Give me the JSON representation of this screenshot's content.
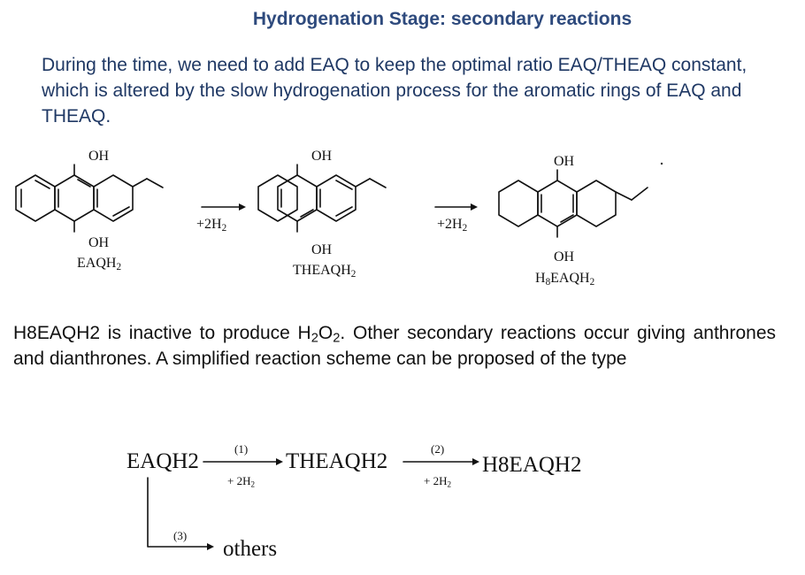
{
  "slide": {
    "title": "Hydrogenation Stage: secondary reactions",
    "intro": "During the time, we need to add EAQ to keep the optimal ratio EAQ/THEAQ constant, which is altered by the slow hydrogenation process for the aromatic rings of EAQ and THEAQ.",
    "para_pre": "H8EAQH2 is inactive to produce H",
    "para_h2o2_h": "2",
    "para_h2o2_o": "O",
    "para_h2o2_o2": "2",
    "para_post": ". Other secondary reactions occur giving anthrones and dianthrones.  A simplified reaction scheme can be proposed of the type"
  },
  "structures": {
    "oh": "OH",
    "eaqh_base": "EAQH",
    "sub2": "2",
    "theaqh_base": "THEAQH",
    "h8_h": "H",
    "h8_8": "8",
    "h8_rest": "EAQH",
    "reagent_base": "+2H"
  },
  "scheme": {
    "eaqh2": "EAQH2",
    "theaqh2": "THEAQH2",
    "h8eaqh2": "H8EAQH2",
    "step1": "(1)",
    "step2": "(2)",
    "step3": "(3)",
    "reagent_base": "+ 2H",
    "sub2": "2",
    "others": "others"
  }
}
